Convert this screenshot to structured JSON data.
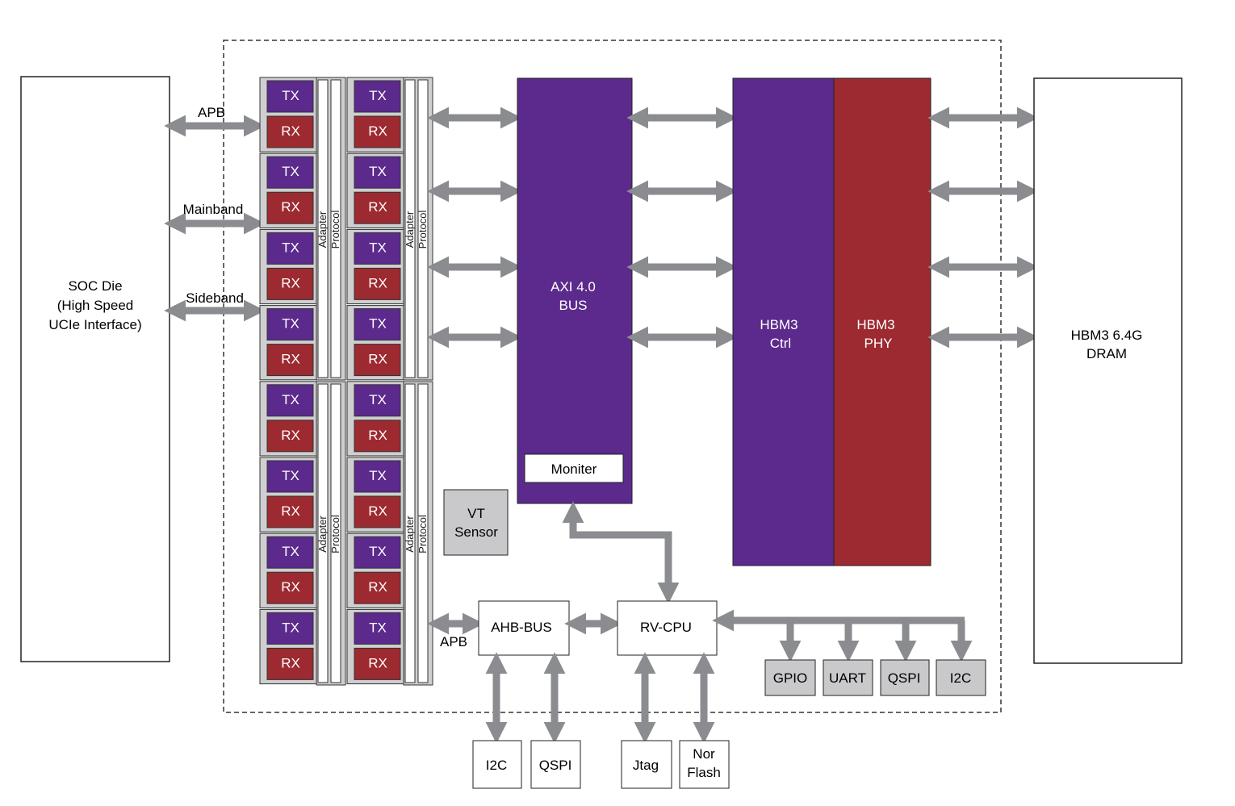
{
  "soc_die": {
    "lines": [
      "SOC Die",
      "(High Speed",
      "UCIe Interface)"
    ]
  },
  "interfaces": {
    "apb_top": "APB",
    "mainband": "Mainband",
    "sideband": "Sideband",
    "apb_bottom": "APB"
  },
  "phy_cell": {
    "tx": "TX",
    "rx": "RX"
  },
  "strips": {
    "adapter": "Adapter",
    "protocol": "Protocol"
  },
  "axi_bus": {
    "lines": [
      "AXI 4.0",
      "BUS"
    ],
    "moniter": "Moniter"
  },
  "hbm3_ctrl": {
    "lines": [
      "HBM3",
      "Ctrl"
    ]
  },
  "hbm3_phy": {
    "lines": [
      "HBM3",
      "PHY"
    ]
  },
  "dram": {
    "lines": [
      "HBM3 6.4G",
      "DRAM"
    ]
  },
  "vt_sensor": {
    "lines": [
      "VT",
      "Sensor"
    ]
  },
  "ahb_bus": {
    "label": "AHB-BUS"
  },
  "rv_cpu": {
    "label": "RV-CPU"
  },
  "cpu_peripherals": [
    "GPIO",
    "UART",
    "QSPI",
    "I2C"
  ],
  "ahb_peripherals": [
    "I2C",
    "QSPI"
  ],
  "jtag": {
    "label": "Jtag"
  },
  "nor_flash": {
    "lines": [
      "Nor",
      "Flash"
    ]
  },
  "colors": {
    "purple": "#5b2a8c",
    "red": "#9c2a30",
    "arrow": "#8a8c90",
    "gray_box": "#c9c9cb",
    "cell_bg": "#cfcfd1"
  }
}
